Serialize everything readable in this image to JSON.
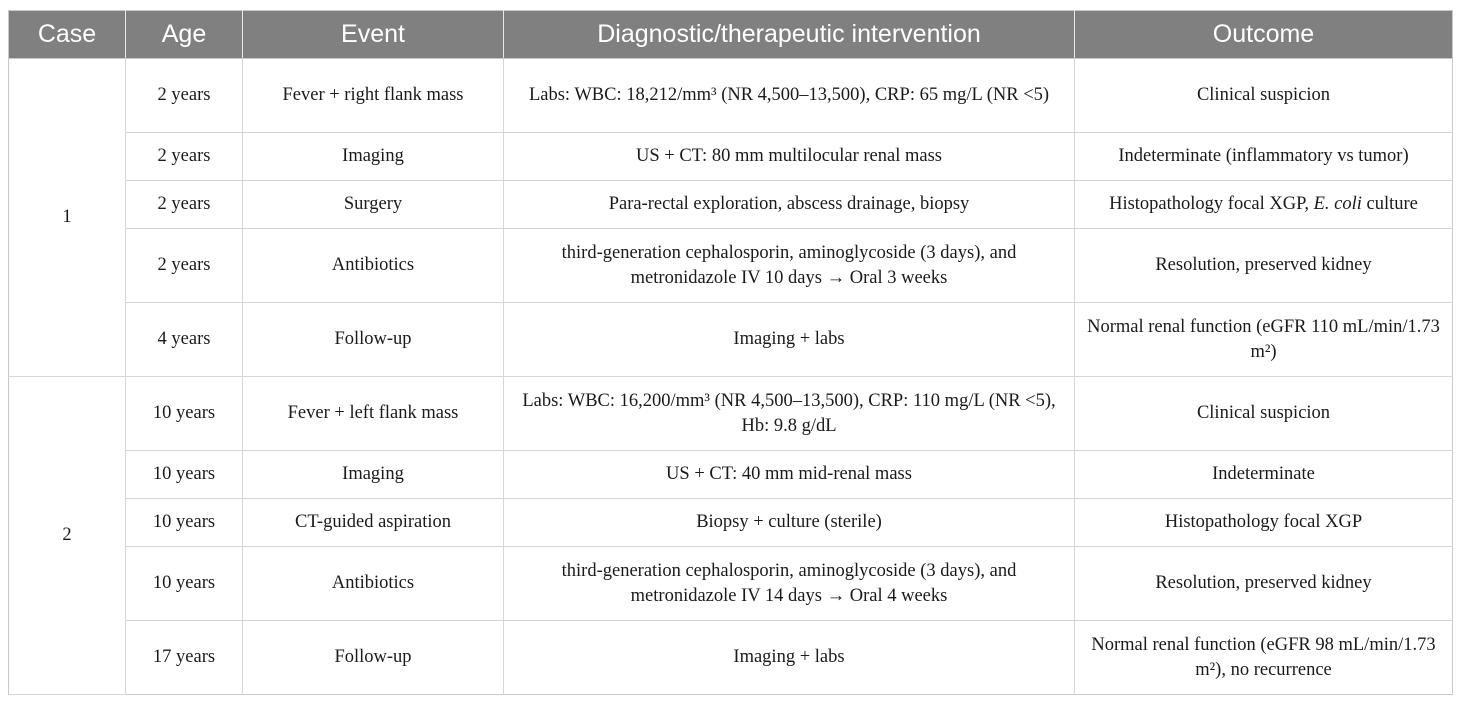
{
  "table": {
    "columns": [
      {
        "key": "case",
        "label": "Case"
      },
      {
        "key": "age",
        "label": "Age"
      },
      {
        "key": "event",
        "label": "Event"
      },
      {
        "key": "intervention",
        "label": "Diagnostic/therapeutic intervention"
      },
      {
        "key": "outcome",
        "label": "Outcome"
      }
    ],
    "header_bg": "#808080",
    "header_color": "#ffffff",
    "border_color": "#d6d6d6",
    "cases": [
      {
        "case_label": "1",
        "rows": [
          {
            "age": "2 years",
            "event": "Fever + right flank mass",
            "intervention": "Labs: WBC: 18,212/mm³ (NR 4,500–13,500), CRP: 65 mg/L (NR <5)",
            "outcome": "Clinical suspicion"
          },
          {
            "age": "2 years",
            "event": "Imaging",
            "intervention": "US + CT: 80 mm multilocular renal mass",
            "outcome": "Indeterminate (inflammatory vs tumor)"
          },
          {
            "age": "2 years",
            "event": "Surgery",
            "intervention": "Para-rectal exploration, abscess drainage, biopsy",
            "outcome_pre": "Histopathology focal XGP, ",
            "outcome_italic": "E. coli",
            "outcome_post": " culture"
          },
          {
            "age": "2 years",
            "event": "Antibiotics",
            "intervention": "third-generation cephalosporin, aminoglycoside (3 days), and metronidazole IV 10 days → Oral 3 weeks",
            "outcome": "Resolution, preserved kidney"
          },
          {
            "age": "4 years",
            "event": "Follow-up",
            "intervention": "Imaging + labs",
            "outcome": "Normal renal function (eGFR 110 mL/min/1.73 m²)"
          }
        ]
      },
      {
        "case_label": "2",
        "rows": [
          {
            "age": "10 years",
            "event": "Fever + left flank mass",
            "intervention": "Labs: WBC: 16,200/mm³ (NR 4,500–13,500), CRP: 110 mg/L (NR <5), Hb: 9.8 g/dL",
            "outcome": "Clinical suspicion"
          },
          {
            "age": "10 years",
            "event": "Imaging",
            "intervention": "US + CT: 40 mm mid-renal mass",
            "outcome": "Indeterminate"
          },
          {
            "age": "10 years",
            "event": "CT-guided aspiration",
            "intervention": "Biopsy + culture (sterile)",
            "outcome": "Histopathology focal XGP"
          },
          {
            "age": "10 years",
            "event": "Antibiotics",
            "intervention": "third-generation cephalosporin, aminoglycoside (3 days), and metronidazole IV 14 days → Oral 4 weeks",
            "outcome": "Resolution, preserved kidney"
          },
          {
            "age": "17 years",
            "event": "Follow-up",
            "intervention": "Imaging + labs",
            "outcome": "Normal renal function (eGFR 98 mL/min/1.73 m²), no recurrence"
          }
        ]
      }
    ]
  }
}
